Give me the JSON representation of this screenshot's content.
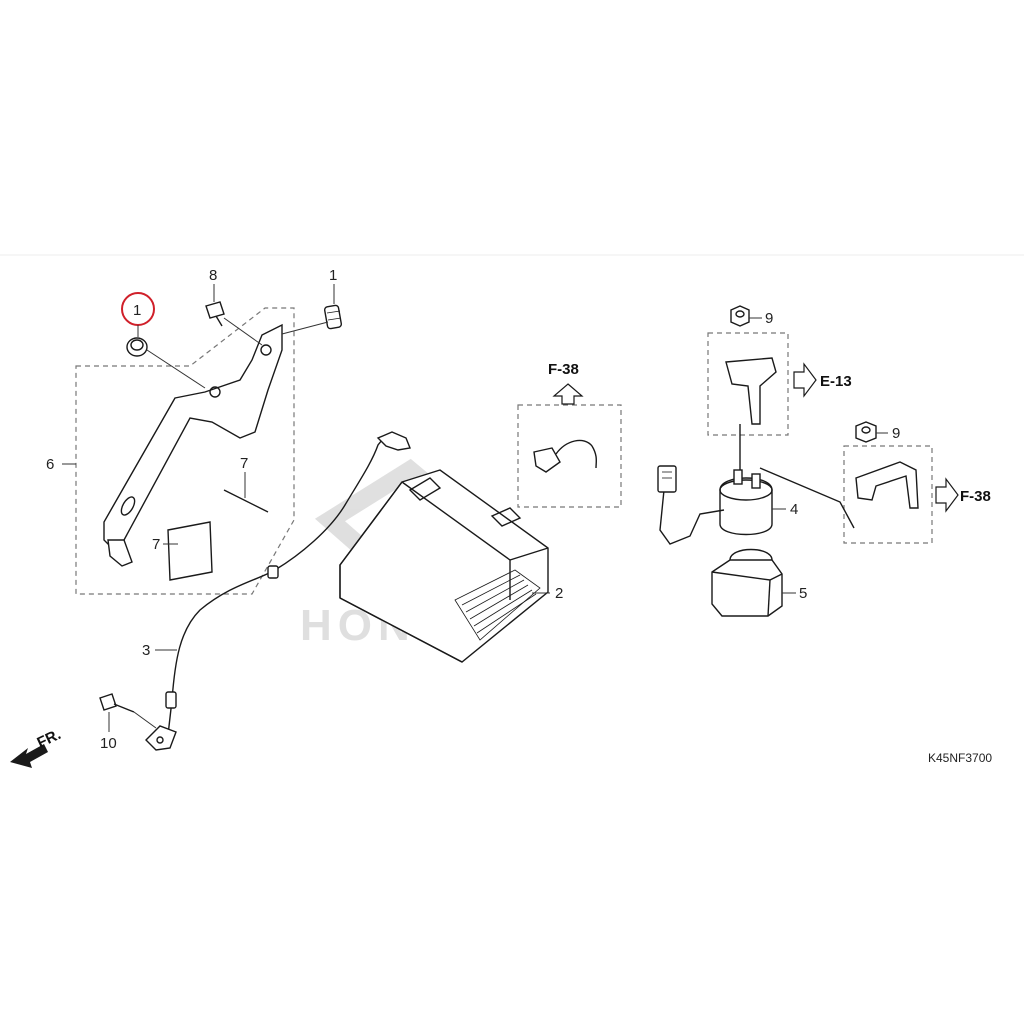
{
  "callouts": {
    "c1_circled": "1",
    "c1": "1",
    "c2": "2",
    "c3": "3",
    "c4": "4",
    "c5": "5",
    "c6": "6",
    "c7a": "7",
    "c7b": "7",
    "c8": "8",
    "c9a": "9",
    "c9b": "9",
    "c10": "10"
  },
  "refs": {
    "f38_top": "F-38",
    "e13": "E-13",
    "f38_right": "F-38"
  },
  "front_indicator": "FR.",
  "diagram_code": "K45NF3700",
  "watermark": "HONDA",
  "colors": {
    "highlight_circle": "#d0202a",
    "line": "#1a1a1a",
    "dashed_box": "#777777"
  }
}
